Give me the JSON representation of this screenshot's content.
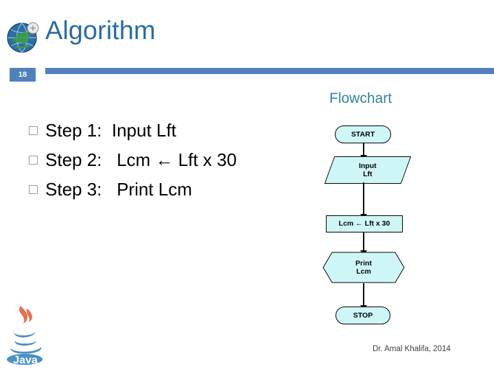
{
  "header": {
    "title": "Algorithm",
    "slide_number": "18",
    "logo_icon": "globe-emblem-icon",
    "rule_color": "#4f81bd",
    "title_color": "#2b6ca3"
  },
  "content": {
    "flowchart_label": "Flowchart",
    "flowchart_label_color": "#31849b",
    "steps": [
      {
        "label": "Step 1:  Input Lft"
      },
      {
        "label": "Step 2:   Lcm ← Lft x 30"
      },
      {
        "label": "Step 3:   Print Lcm"
      }
    ]
  },
  "flowchart": {
    "fill_color": "#cff6f6",
    "nodes": [
      {
        "id": "start",
        "shape": "terminator",
        "label": "START"
      },
      {
        "id": "input",
        "shape": "parallelogram",
        "label": "Input\nLft"
      },
      {
        "id": "compute",
        "shape": "process",
        "label": "Lcm ← Lft x 30"
      },
      {
        "id": "print",
        "shape": "hexagon",
        "label": "Print\nLcm"
      },
      {
        "id": "stop",
        "shape": "terminator",
        "label": "STOP"
      }
    ]
  },
  "footer": {
    "credit": "Dr. Amal Khalifa, 2014",
    "java_logo_text": "Java"
  }
}
